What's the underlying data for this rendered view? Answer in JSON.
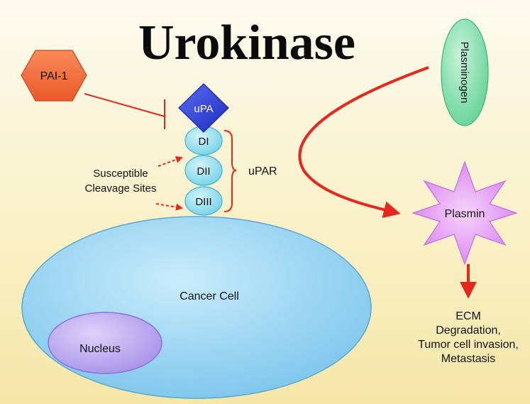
{
  "title": "Urokinase",
  "pai1": {
    "label": "PAI-1"
  },
  "upa": {
    "label": "uPA"
  },
  "upar": {
    "label": "uPAR",
    "domains": [
      "DI",
      "DII",
      "DIII"
    ]
  },
  "cleavage": {
    "line1": "Susceptible",
    "line2": "Cleavage Sites"
  },
  "plasminogen": {
    "label": "Plasminogen"
  },
  "plasmin": {
    "label": "Plasmin"
  },
  "cell": {
    "label": "Cancer Cell"
  },
  "nucleus": {
    "label": "Nucleus"
  },
  "outcome": {
    "lines": [
      "ECM",
      "Degradation,",
      "Tumor cell invasion,",
      "Metastasis"
    ]
  },
  "colors": {
    "arrow_red": "#e8261c",
    "hexagon_orange": "#f26b3a",
    "diamond_blue": "#2f3fd6",
    "domain_cyan": "#7fd8ea",
    "cell_blue": "#8ecff0",
    "nucleus_purple": "#b7a6ee",
    "plasminogen_green": "#79dca6",
    "plasmin_violet": "#dd8ef0"
  }
}
